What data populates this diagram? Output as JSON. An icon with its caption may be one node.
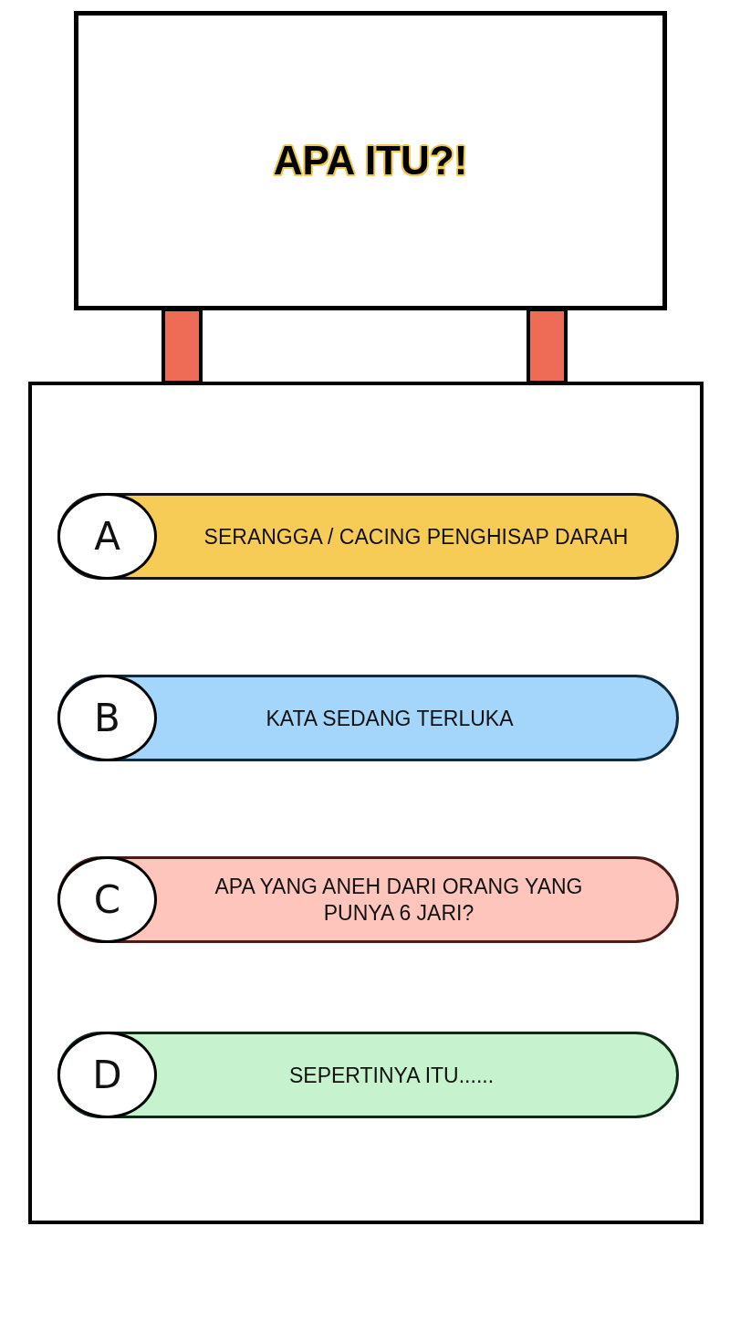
{
  "diagram": {
    "nodes": [
      {
        "text": [
          "APA ITU?!"
        ]
      },
      {
        "text": [],
        "shape": "bar"
      },
      {
        "text": [],
        "shape": "bar"
      },
      {
        "text": [],
        "shape": "box"
      },
      {
        "text": [
          "SERANGGA / CACING PENGHISAP DARAH"
        ],
        "in": 3
      },
      {
        "text": [
          "A"
        ],
        "in": 4
      },
      {
        "text": [
          "KATA SEDANG TERLUKA"
        ],
        "in": 3
      },
      {
        "text": [
          "B"
        ],
        "in": 6
      },
      {
        "text": [
          "APA YANG ANEH DARI ORANG YANG PUNYA 6 JARI?"
        ],
        "in": 3
      },
      {
        "text": [
          "C"
        ],
        "in": 8
      },
      {
        "text": [
          "SEPERTINYA ITU......"
        ],
        "in": 3
      },
      {
        "text": [
          "D"
        ],
        "in": 10
      }
    ]
  }
}
